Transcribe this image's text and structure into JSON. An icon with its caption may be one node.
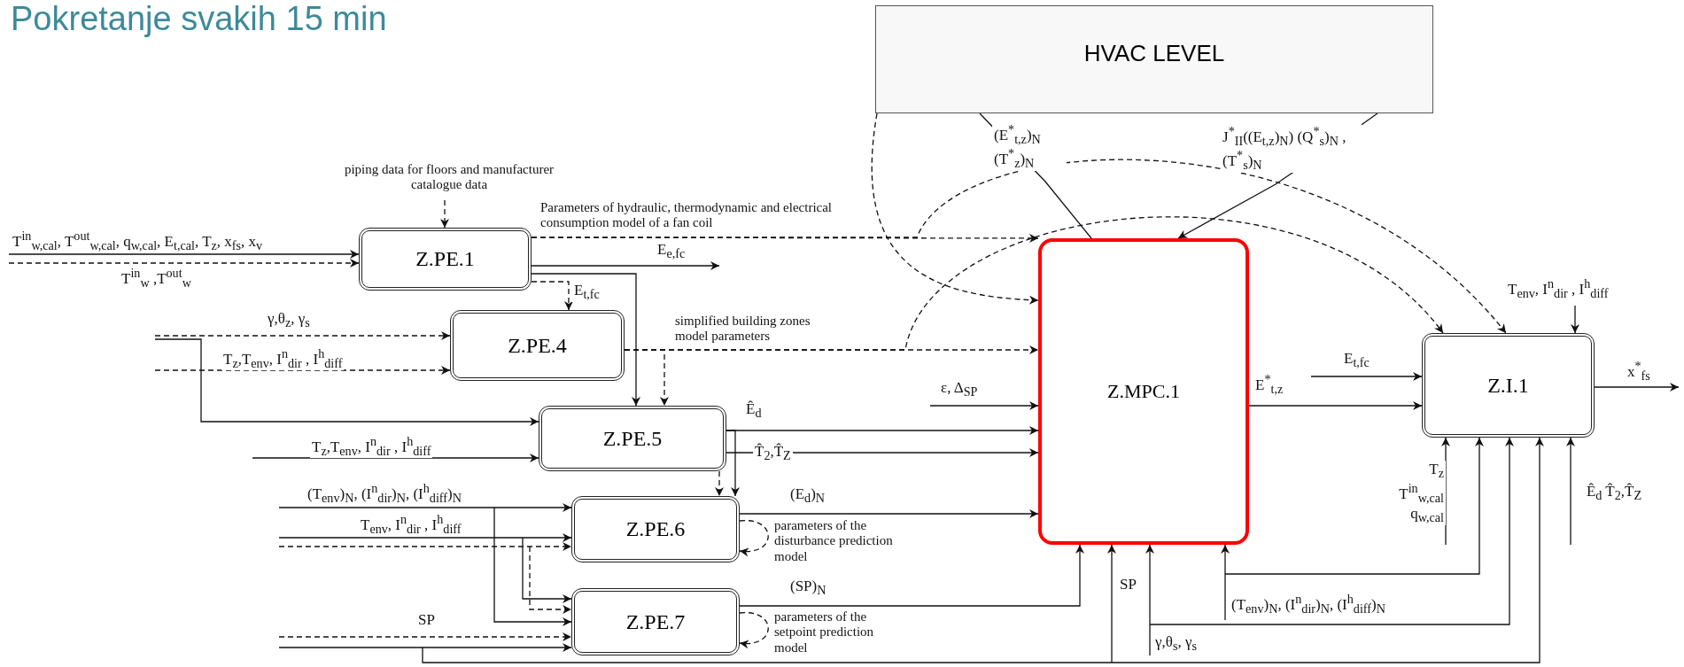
{
  "diagram": {
    "title": "Pokretanje svakih 15 min",
    "nodes": [
      {
        "text": [
          "HVAC LEVEL"
        ]
      },
      {
        "text": [
          "Z.PE.1"
        ]
      },
      {
        "text": [
          "Z.PE.4"
        ]
      },
      {
        "text": [
          "Z.PE.5"
        ]
      },
      {
        "text": [
          "Z.PE.6"
        ]
      },
      {
        "text": [
          "Z.PE.7"
        ]
      },
      {
        "text": [
          "Z.MPC.1"
        ]
      },
      {
        "text": [
          "Z.I.1"
        ]
      }
    ],
    "edges": [
      {
        "from": null,
        "to": 1,
        "arrow": "to",
        "label": "T$^{in}$$_{w,cal}$, T$^{out}$$_{w,cal}$, q$_{w,cal}$, E$_{t,cal}$, T$_{z}$, x$_{fs}$, x$_{v}$"
      },
      {
        "from": null,
        "to": 1,
        "arrow": "to",
        "style": "dashed",
        "label": "T$^{in}$$_{w}$ ,T$^{out}$$_{w}$"
      },
      {
        "from": null,
        "to": 1,
        "arrow": "to",
        "style": "dashed",
        "label": "piping data for floors and manufacturer catalogue data"
      },
      {
        "from": 1,
        "to": 6,
        "arrow": "to",
        "style": "dashed",
        "label": "Parameters of hydraulic, thermodynamic and electrical consumption model of a fan coil"
      },
      {
        "from": 1,
        "to": null,
        "arrow": "to",
        "label": "E$_{e,fc}$"
      },
      {
        "from": 1,
        "to": 2,
        "arrow": "to",
        "style": "dashed",
        "label": "E$_{t,fc}$"
      },
      {
        "from": 1,
        "to": 3,
        "arrow": "to"
      },
      {
        "from": null,
        "to": 2,
        "arrow": "to",
        "style": "dashed",
        "label": "γ,θ$_{z}$, γ$_{s}$"
      },
      {
        "from": null,
        "to": 2,
        "arrow": "to",
        "style": "dashed",
        "label": "T$_{z}$,T$_{env}$, I$^{n}$$_{dir}$ , I$^{h}$$_{diff}$"
      },
      {
        "from": null,
        "to": 3,
        "arrow": "to"
      },
      {
        "from": 2,
        "to": 6,
        "arrow": "to",
        "style": "dashed",
        "label": "simplified building zones model parameters"
      },
      {
        "from": 2,
        "to": 3,
        "arrow": "to",
        "style": "dashed"
      },
      {
        "from": 2,
        "to": 7,
        "arrow": "to",
        "style": "dashed"
      },
      {
        "from": null,
        "to": 3,
        "arrow": "to",
        "label": "T$_{z}$,T$_{env}$, I$^{n}$$_{dir}$ , I$^{h}$$_{diff}$"
      },
      {
        "from": 3,
        "to": 6,
        "arrow": "to",
        "label": "Ê$_{d}$"
      },
      {
        "from": 3,
        "to": 6,
        "arrow": "to",
        "label": "T̂$_{2}$,T̂$_{Z}$"
      },
      {
        "from": 3,
        "to": 4,
        "arrow": "to"
      },
      {
        "from": 3,
        "to": 4,
        "arrow": "to",
        "style": "dashed"
      },
      {
        "from": null,
        "to": 4,
        "arrow": "to",
        "label": "(T$_{env}$)$_{N}$, (I$^{n}$$_{dir}$)$_{N}$, (I$^{h}$$_{diff}$)$_{N}$"
      },
      {
        "from": null,
        "to": 4,
        "arrow": "to",
        "label": "T$_{env}$, I$^{n}$$_{dir}$ , I$^{h}$$_{diff}$"
      },
      {
        "from": null,
        "to": 4,
        "arrow": "to",
        "style": "dashed"
      },
      {
        "from": null,
        "to": 5,
        "arrow": "to"
      },
      {
        "from": null,
        "to": 5,
        "arrow": "to",
        "style": "dashed"
      },
      {
        "from": null,
        "to": 5,
        "arrow": "to"
      },
      {
        "from": 4,
        "to": 6,
        "arrow": "to",
        "label": "(E$_{d}$)$_{N}$"
      },
      {
        "from": 4,
        "to": 4,
        "arrow": "to",
        "style": "dashed",
        "label": "parameters of the disturbance prediction model"
      },
      {
        "from": null,
        "to": 5,
        "arrow": "to",
        "style": "dashed",
        "label": "SP"
      },
      {
        "from": null,
        "to": 5,
        "arrow": "to"
      },
      {
        "from": 5,
        "to": 6,
        "arrow": "to",
        "label": "(SP)$_{N}$"
      },
      {
        "from": 5,
        "to": 5,
        "arrow": "to",
        "style": "dashed",
        "label": "parameters of the setpoint prediction model"
      },
      {
        "from": null,
        "to": 6,
        "arrow": "to",
        "label": "ε, Δ$_{SP}$"
      },
      {
        "from": 6,
        "to": 0,
        "arrow": "none",
        "label": "(E$^{*}$$_{t,z}$)$_{N}$ (T$^{*}$$_{z}$)$_{N}$"
      },
      {
        "from": 0,
        "to": 6,
        "arrow": "to",
        "label": "J$^{*}$$_{II}$((E$_{t,z}$)$_{N}$) (Q$^{*}$$_{s}$)$_{N}$ ,(T$^{*}$$_{s}$)$_{N}$"
      },
      {
        "from": 0,
        "to": 6,
        "arrow": "to",
        "style": "dashed"
      },
      {
        "from": 1,
        "to": 7,
        "arrow": "to",
        "style": "dashed"
      },
      {
        "from": null,
        "to": 6,
        "arrow": "to",
        "label": "SP"
      },
      {
        "from": null,
        "to": 6,
        "arrow": "to",
        "label": "γ,θ$_{s}$, γ$_{s}$"
      },
      {
        "from": null,
        "to": 6,
        "arrow": "to",
        "label": "(T$_{env}$)$_{N}$, (I$^{n}$$_{dir}$)$_{N}$, (I$^{h}$$_{diff}$)$_{N}$"
      },
      {
        "from": 6,
        "to": 7,
        "arrow": "to",
        "label": "E$^{*}$$_{t,z}$"
      },
      {
        "from": null,
        "to": 7,
        "arrow": "to",
        "label": "E$_{t,fc}$"
      },
      {
        "from": null,
        "to": 7,
        "arrow": "to",
        "label": "T$_{env}$, I$^{n}$$_{dir}$ , I$^{h}$$_{diff}$"
      },
      {
        "from": 7,
        "to": null,
        "arrow": "to",
        "label": "x$^{*}$$_{fs}$"
      },
      {
        "from": null,
        "to": 7,
        "arrow": "to",
        "label": "T$_{z}$ T$^{in}$$_{w,cal}$ q$_{w,cal}$"
      },
      {
        "from": null,
        "to": 7,
        "arrow": "to"
      },
      {
        "from": null,
        "to": 7,
        "arrow": "to"
      },
      {
        "from": null,
        "to": 7,
        "arrow": "to"
      },
      {
        "from": null,
        "to": 7,
        "arrow": "to",
        "label": "Ê$_{d}$ T̂$_{2}$,T̂$_{Z}$"
      }
    ]
  }
}
